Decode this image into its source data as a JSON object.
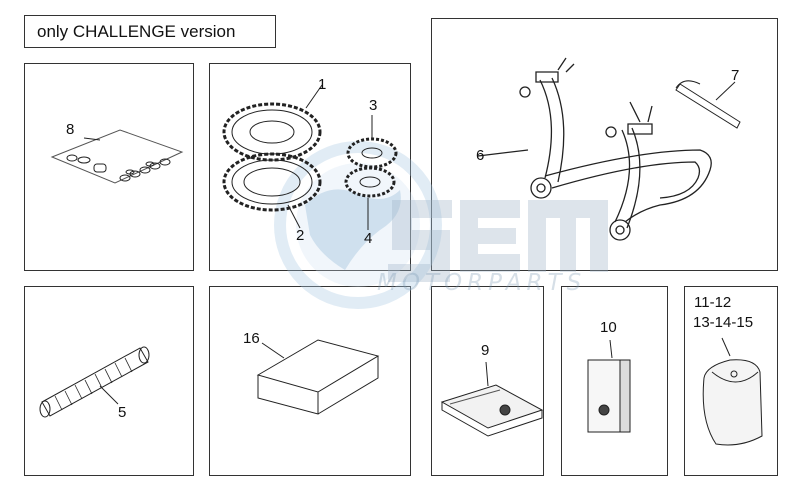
{
  "title": "only CHALLENGE version",
  "watermark": {
    "text": "MOTORPARTS",
    "color": "#6f9cc4"
  },
  "callouts": {
    "c1": "1",
    "c2": "2",
    "c3": "3",
    "c4": "4",
    "c5": "5",
    "c6": "6",
    "c7": "7",
    "c8": "8",
    "c9": "9",
    "c10": "10",
    "c16": "16",
    "c11_12": "11-12",
    "c13_15": "13-14-15"
  },
  "parts": [
    {
      "id": "8",
      "name": "chain kit"
    },
    {
      "id": "1",
      "name": "rear sprocket"
    },
    {
      "id": "2",
      "name": "rear sprocket"
    },
    {
      "id": "3",
      "name": "front sprocket"
    },
    {
      "id": "4",
      "name": "front sprocket"
    },
    {
      "id": "6",
      "name": "rear stand"
    },
    {
      "id": "7",
      "name": "wrench"
    },
    {
      "id": "5",
      "name": "flexible hose"
    },
    {
      "id": "16",
      "name": "box"
    },
    {
      "id": "9",
      "name": "manual"
    },
    {
      "id": "10",
      "name": "catalogue"
    },
    {
      "id": "11-12 / 13-14-15",
      "name": "document bag"
    }
  ]
}
